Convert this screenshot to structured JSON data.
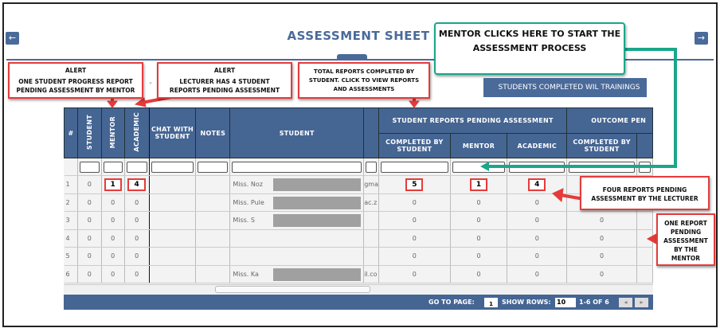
{
  "header": {
    "title": "ASSESSMENT SHEET",
    "prev_icon": "←",
    "next_icon": "→",
    "wil_button": "STUDENTS COMPLETED WIL TRAININGS",
    "dot": "°"
  },
  "table": {
    "headers": {
      "num": "#",
      "student": "STUDENT",
      "mentor": "MENTOR",
      "academic": "ACADEMIC",
      "chat": "CHAT WITH STUDENT",
      "notes": "NOTES",
      "student_name": "STUDENT",
      "group1": "STUDENT REPORTS PENDING ASSESSMENT",
      "completed": "COMPLETED BY STUDENT",
      "mentor2": "MENTOR",
      "academic2": "ACADEMIC",
      "group2": "OUTCOME PEN",
      "completed2": "COMPLETED BY STUDENT"
    },
    "rows": [
      {
        "n": "1",
        "s": "0",
        "m": "1",
        "a": "4",
        "name": "Miss. Noz",
        "email": "gma",
        "c": "5",
        "pm": "1",
        "pa": "4",
        "oc": ""
      },
      {
        "n": "2",
        "s": "0",
        "m": "0",
        "a": "0",
        "name": "Miss. Pule",
        "email": "ac.z",
        "c": "0",
        "pm": "0",
        "pa": "0",
        "oc": ""
      },
      {
        "n": "3",
        "s": "0",
        "m": "0",
        "a": "0",
        "name": "Miss. S",
        "email": "",
        "c": "0",
        "pm": "0",
        "pa": "0",
        "oc": "0"
      },
      {
        "n": "4",
        "s": "0",
        "m": "0",
        "a": "0",
        "name": "",
        "email": "",
        "c": "0",
        "pm": "0",
        "pa": "0",
        "oc": "0"
      },
      {
        "n": "5",
        "s": "0",
        "m": "0",
        "a": "0",
        "name": "",
        "email": "",
        "c": "0",
        "pm": "0",
        "pa": "0",
        "oc": "0"
      },
      {
        "n": "6",
        "s": "0",
        "m": "0",
        "a": "0",
        "name": "Miss. Ka",
        "email": "il.co",
        "c": "0",
        "pm": "0",
        "pa": "0",
        "oc": "0"
      }
    ]
  },
  "footer": {
    "goto_label": "GO TO PAGE:",
    "goto_value": "1",
    "rows_label": "SHOW ROWS:",
    "rows_value": "10",
    "range": "1-6 OF 6",
    "prev": "◂",
    "next": "▸"
  },
  "callouts": {
    "green": "MENTOR CLICKS HERE TO START THE ASSESSMENT PROCESS",
    "alert1_title": "ALERT",
    "alert1": "ONE STUDENT PROGRESS REPORT PENDING ASSESSMENT BY MENTOR",
    "alert2_title": "ALERT",
    "alert2": "LECTURER HAS 4 STUDENT REPORTS PENDING ASSESSMENT",
    "total": "TOTAL REPORTS COMPLETED BY STUDENT.  CLICK TO VIEW REPORTS AND ASSESSMENTS",
    "one": "ONE REPORT PENDING ASSESSMENT BY THE MENTOR",
    "four": "FOUR REPORTS PENDING ASSESSMENT BY THE LECTURER"
  },
  "colors": {
    "brand": "#456593",
    "alert": "#e53b3b",
    "green": "#1aa68a"
  }
}
